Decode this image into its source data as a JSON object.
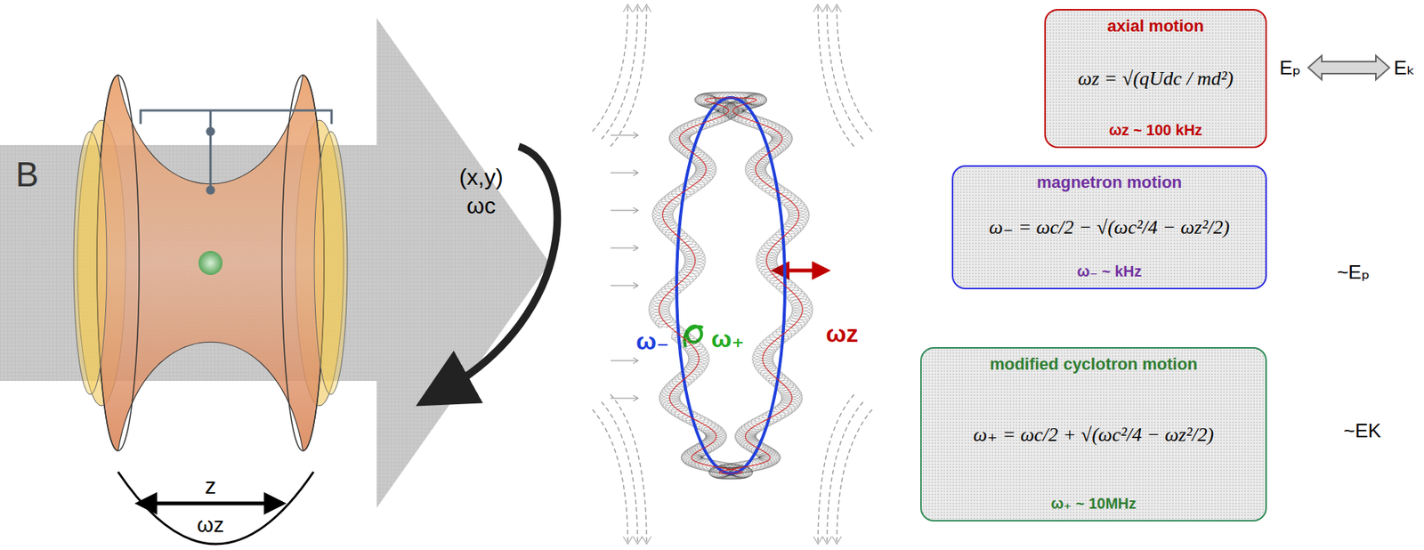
{
  "diagram": {
    "nodes": [
      {
        "text": [
          "axial motion",
          "ωz = √(qUdc / md²)",
          "ωz ~ 100 kHz"
        ]
      },
      {
        "text": [
          "magnetron motion",
          "ω₋ = ωc/2 − √(ωc²/4 − ωz²/2)",
          "ω₋ ~ kHz"
        ]
      },
      {
        "text": [
          "modified cyclotron motion",
          "ω₊ = ωc/2 + √(ωc²/4 − ωz²/2)",
          "ω₊ ~ 10MHz"
        ]
      }
    ],
    "labels": [
      "B",
      "(x,y)",
      "ωc",
      "z",
      "ωz",
      "ω₋",
      "ω₊",
      "ωz",
      "Eₚ",
      "Eₖ",
      "~Eₚ",
      "~EK"
    ]
  }
}
